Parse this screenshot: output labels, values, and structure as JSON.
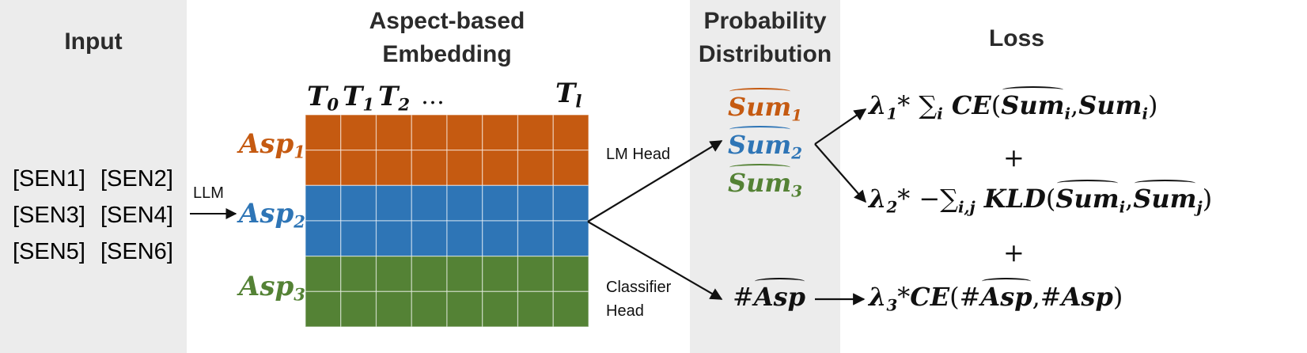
{
  "headers": {
    "input": "Input",
    "embedding_line1": "Aspect-based",
    "embedding_line2": "Embedding",
    "prob_line1": "Probability",
    "prob_line2": "Distribution",
    "loss": "Loss"
  },
  "sentences": [
    {
      "text": "[SEN1]",
      "color": "#c55a11"
    },
    {
      "text": "[SEN2]",
      "color": "#2e75b6"
    },
    {
      "text": "[SEN3]",
      "color": "#548235"
    },
    {
      "text": "[SEN4]",
      "color": "#c55a11"
    },
    {
      "text": "[SEN5]",
      "color": "#2e75b6"
    },
    {
      "text": "[SEN6]",
      "color": "#548235"
    }
  ],
  "labels": {
    "llm": "LLM",
    "lm_head": "LM Head",
    "classifier_line1": "Classifier",
    "classifier_line2": "Head"
  },
  "tokens": {
    "t_base": "T",
    "t0": "0",
    "t1": "1",
    "t2": "2",
    "ellipsis": "…",
    "tl": "l"
  },
  "aspects": [
    {
      "base": "Asp",
      "sub": "1",
      "color": "#c55a11"
    },
    {
      "base": "Asp",
      "sub": "2",
      "color": "#2e75b6"
    },
    {
      "base": "Asp",
      "sub": "3",
      "color": "#548235"
    }
  ],
  "embedding_colors": [
    "#c55a11",
    "#2e75b6",
    "#548235"
  ],
  "grid": {
    "columns": 8,
    "rows_per_aspect": 2
  },
  "sums": [
    {
      "base": "Sum",
      "sub": "1",
      "color": "#c55a11"
    },
    {
      "base": "Sum",
      "sub": "2",
      "color": "#2e75b6"
    },
    {
      "base": "Sum",
      "sub": "3",
      "color": "#548235"
    }
  ],
  "num_asp": {
    "hash": "#",
    "base": "Asp"
  },
  "loss": {
    "lambda": "λ",
    "l1": "1",
    "l2": "2",
    "l3": "3",
    "star": "*",
    "sigma": "∑",
    "i": "i",
    "ij": "i,j",
    "j": "j",
    "ce": "CE",
    "kld": "KLD",
    "sum": "Sum",
    "asp": "Asp",
    "hash": "#",
    "minus": "−",
    "plus": "+",
    "lparen": "(",
    "rparen": ")",
    "comma": ","
  }
}
